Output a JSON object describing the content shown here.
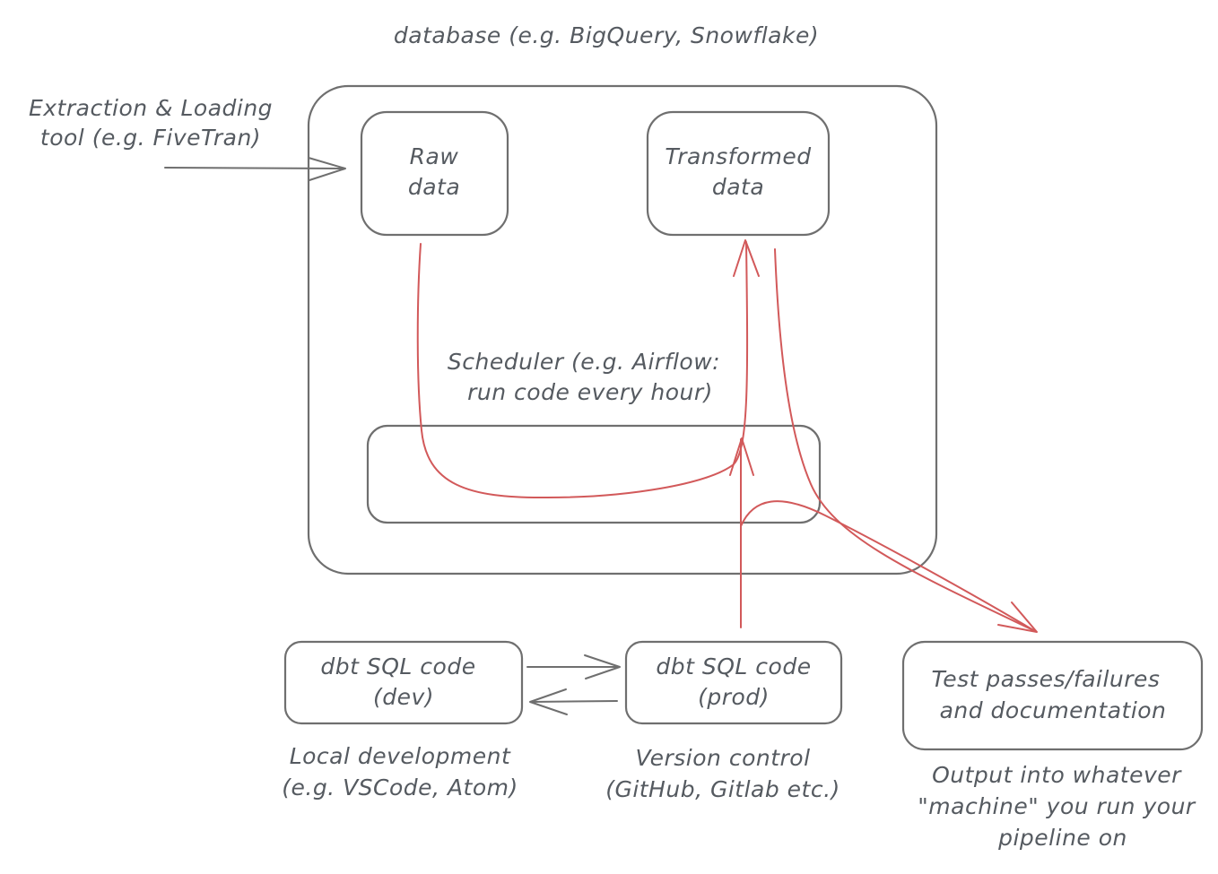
{
  "nodes": {
    "database": {
      "title": "database (e.g. BigQuery, Snowflake)"
    },
    "raw_data": {
      "line1": "Raw",
      "line2": "data"
    },
    "transformed_data": {
      "line1": "Transformed",
      "line2": "data"
    },
    "scheduler": {
      "line1": "Scheduler (e.g. Airflow:",
      "line2": "run code every hour)"
    },
    "dbt_dev": {
      "line1": "dbt SQL code",
      "line2": "(dev)"
    },
    "dbt_prod": {
      "line1": "dbt SQL code",
      "line2": "(prod)"
    },
    "test_output": {
      "line1": "Test passes/failures",
      "line2": "and documentation"
    }
  },
  "labels": {
    "extraction": {
      "line1": "Extraction & Loading",
      "line2": "tool (e.g. FiveTran)"
    },
    "local_dev": {
      "line1": "Local development",
      "line2": "(e.g. VSCode, Atom)"
    },
    "version_control": {
      "line1": "Version control",
      "line2": "(GitHub, Gitlab etc.)"
    },
    "output": {
      "line1": "Output into whatever",
      "line2": "\"machine\" you run your",
      "line3": "pipeline on"
    }
  },
  "colors": {
    "stroke": "#6f6f6f",
    "text": "#555a60",
    "flow": "#d2595a",
    "background": "#ffffff"
  }
}
